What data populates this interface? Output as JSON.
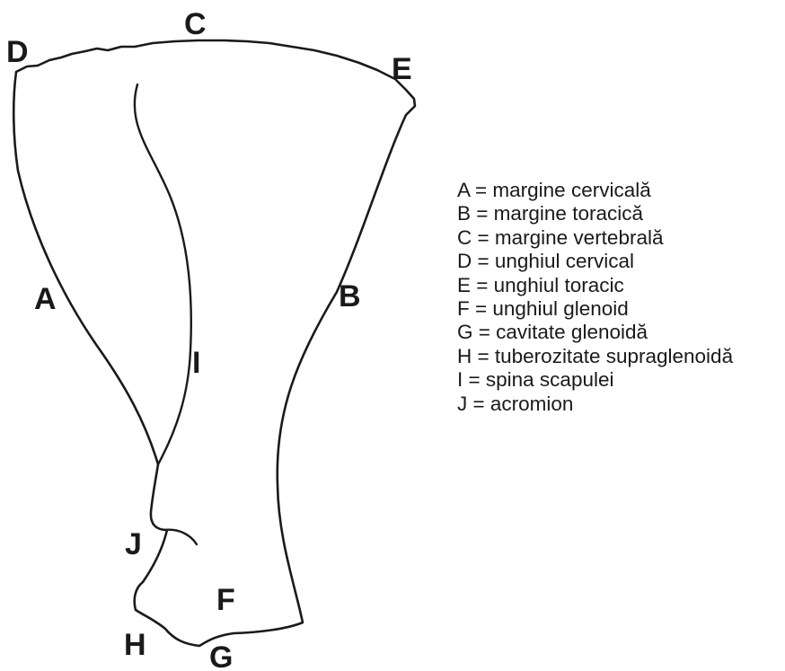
{
  "labels": {
    "A": "A",
    "B": "B",
    "C": "C",
    "D": "D",
    "E": "E",
    "F": "F",
    "G": "G",
    "H": "H",
    "I": "I",
    "J": "J"
  },
  "legend": [
    "A = margine cervicală",
    "B = margine toracică",
    "C = margine vertebrală",
    "D = unghiul cervical",
    "E = unghiul toracic",
    "F = unghiul glenoid",
    "G = cavitate glenoidă",
    "H = tuberozitate supraglenoidă",
    "I = spina scapulei",
    "J = acromion"
  ]
}
